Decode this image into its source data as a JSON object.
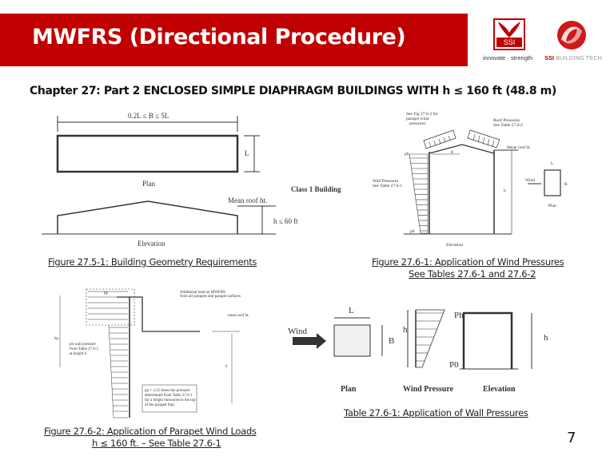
{
  "header": {
    "title": "MWFRS (Directional Procedure)",
    "logo1_text": "SSI",
    "tagline": "innovate · strength",
    "logo2_brand": "SSI",
    "logo2_text": "BUILDING TECH"
  },
  "subtitle": "Chapter 27: Part 2 ENCLOSED SIMPLE DIAPHRAGM BUILDINGS WITH h ≤ 160 ft (48.8 m)",
  "fig1": {
    "b_range": "0.2L ≤ B ≤ 5L",
    "l": "L",
    "plan": "Plan",
    "class": "Class 1 Building",
    "mean_roof": "Mean roof ht.",
    "h_limit": "h ≤ 60 ft",
    "elevation": "Elevation",
    "caption": "Figure 27.5-1: Building Geometry Requirements"
  },
  "fig2": {
    "parapet_note1": "See Fig 27.6-2 for",
    "parapet_note2": "parapet wind",
    "parapet_note3": "pressures",
    "roof1": "Roof Pressures",
    "roof2": "See Table 27.6-2",
    "mean_roof": "Mean roof ht.",
    "ph": "ph",
    "p0": "p0",
    "wall1": "Wall Pressures",
    "wall2": "See Table 27.6-1",
    "theta": "θ",
    "h": "h",
    "wind": "Wind",
    "l": "L",
    "b": "B",
    "plan": "Plan",
    "elevation": "Elevation",
    "caption1": "Figure 27.6-1: Application of Wind Pressures",
    "caption2": "See Tables 27.6-1 and 27.6-2"
  },
  "fig3": {
    "pp": "pp",
    "add1": "Additional load on MWFRS",
    "add2": "from all parapets and parapet surfaces",
    "mean_roof": "mean roof ht.",
    "hp": "hp",
    "h": "h",
    "wall1": "ph wall pressure",
    "wall2": "from Table 27.6-1",
    "wall3": "at height h",
    "note1": "pp = 2.25 times the pressure",
    "note2": "determined from Table 27.6-1",
    "note3": "for a height measured to the top",
    "note4": "of the parapet (hp)",
    "caption1": "Figure 27.6-2: Application of Parapet Wind Loads",
    "caption2": "h ≤ 160 ft. – See Table 27.6-1"
  },
  "fig4": {
    "wind": "Wind",
    "l": "L",
    "b": "B",
    "h": "h",
    "ph": "Ph",
    "p0": "P0",
    "plan": "Plan",
    "wind_pressure": "Wind Pressure",
    "elevation": "Elevation",
    "caption": "Table 27.6-1: Application of Wall Pressures"
  },
  "page_number": "7"
}
